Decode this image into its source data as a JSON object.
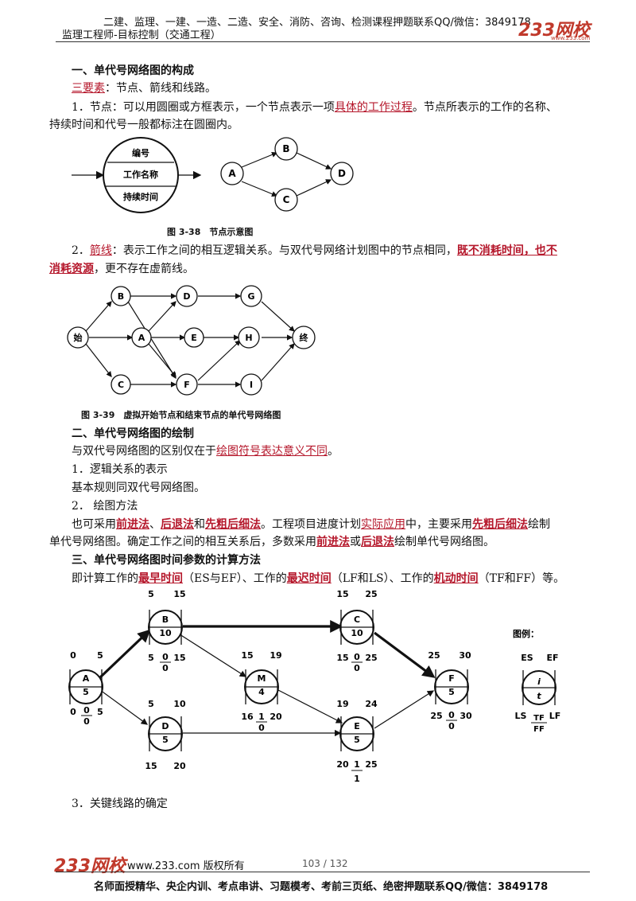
{
  "header": {
    "line1": "二建、监理、一建、一造、二造、安全、消防、咨询、检测课程押题联系QQ/微信：3849178",
    "line2": "监理工程师-目标控制（交通工程）",
    "logo": "233网校",
    "logo_sub": "www.233.com"
  },
  "s1": {
    "title": "一、单代号网络图的构成",
    "three_key": "三要素",
    "three_rest": "：节点、箭线和线路。",
    "node_a": "1．节点：可以用圆圈或方框表示，一个节点表示一项",
    "node_hl": "具体的工作过程",
    "node_b": "。节点所表示的工作的名称、",
    "node_c": "持续时间和代号一般都标注在圆圈内。"
  },
  "fig38": {
    "caption": "图 3-38　节点示意图",
    "node_lines": [
      "编号",
      "工作名称",
      "持续时间"
    ],
    "nodes": [
      "A",
      "B",
      "C",
      "D"
    ]
  },
  "s_arrow": {
    "a": "2．",
    "hl1": "箭线",
    "b": "：表示工作之间的相互逻辑关系。与双代号网络计划图中的节点相同，",
    "hl2": "既不消耗时间，也不",
    "hl3": "消耗资源",
    "c": "，更不存在虚箭线。"
  },
  "fig39": {
    "caption": "图 3-39　虚拟开始节点和结束节点的单代号网络图",
    "nodes": [
      "始",
      "B",
      "A",
      "C",
      "D",
      "E",
      "F",
      "G",
      "H",
      "I",
      "终"
    ]
  },
  "s2": {
    "title": "二、单代号网络图的绘制",
    "l1a": "与双代号网络图的区别仅在于",
    "l1hl": "绘图符号表达意义不同",
    "l1b": "。",
    "l2": "1．逻辑关系的表示",
    "l3": "基本规则同双代号网络图。",
    "l4": "2．  绘图方法",
    "l5a": "也可采用",
    "l5h1": "前进法",
    "l5b": "、",
    "l5h2": "后退法",
    "l5c": "和",
    "l5h3": "先粗后细法",
    "l5d": "。工程项目进度计划",
    "l5h4": "实际应用",
    "l5e": "中，主要采用",
    "l5h5": "先粗后细法",
    "l5f": "绘制",
    "l6a": "单代号网络图。确定工作之间的相互关系后，多数采用",
    "l6h1": "前进法",
    "l6b": "或",
    "l6h2": "后退法",
    "l6c": "绘制单代号网络图。"
  },
  "s3": {
    "title": "三、单代号网络图时间参数的计算方法",
    "l1a": "即计算工作的",
    "l1h1": "最早时间",
    "l1b": "（ES与EF）、工作的",
    "l1h2": "最迟时间",
    "l1c": "（LF和LS）、工作的",
    "l1h3": "机动时间",
    "l1d": "（TF和FF）等。",
    "l_end": "3．关键线路的确定"
  },
  "fig_calc": {
    "legend_title": "图例：",
    "legend": {
      "es": "ES",
      "ef": "EF",
      "i": "i",
      "t": "t",
      "ls": "LS",
      "lf": "LF",
      "tf": "TF",
      "ff": "FF"
    },
    "nodes": [
      {
        "id": "A",
        "dur": "5",
        "es": "0",
        "ef": "5",
        "ls": "0",
        "lf": "5",
        "tf": "0",
        "ff": "0"
      },
      {
        "id": "B",
        "dur": "10",
        "es": "5",
        "ef": "15",
        "ls": "5",
        "lf": "15",
        "tf": "0",
        "ff": "0"
      },
      {
        "id": "D",
        "dur": "5",
        "es": "5",
        "ef": "10",
        "ls": "15",
        "lf": "20"
      },
      {
        "id": "M",
        "dur": "4",
        "es": "15",
        "ef": "19",
        "ls": "16",
        "lf": "20",
        "tf": "1",
        "ff": "0"
      },
      {
        "id": "C",
        "dur": "10",
        "es": "15",
        "ef": "25",
        "ls": "15",
        "lf": "25",
        "tf": "0",
        "ff": "0"
      },
      {
        "id": "E",
        "dur": "5",
        "es": "19",
        "ef": "24",
        "ls": "20",
        "lf": "25",
        "tf": "1",
        "ff": "1"
      },
      {
        "id": "F",
        "dur": "5",
        "es": "25",
        "ef": "30",
        "ls": "25",
        "lf": "30",
        "tf": "0",
        "ff": "0"
      }
    ]
  },
  "footer": {
    "logo": "233网校",
    "site": "www.233.com 版权所有",
    "page": "103 / 132",
    "contact": "名师面授精华、央企内训、考点串讲、习题模考、考前三页纸、绝密押题联系QQ/微信：3849178"
  },
  "colors": {
    "accent": "#b5172b",
    "logo": "#c0392b"
  }
}
